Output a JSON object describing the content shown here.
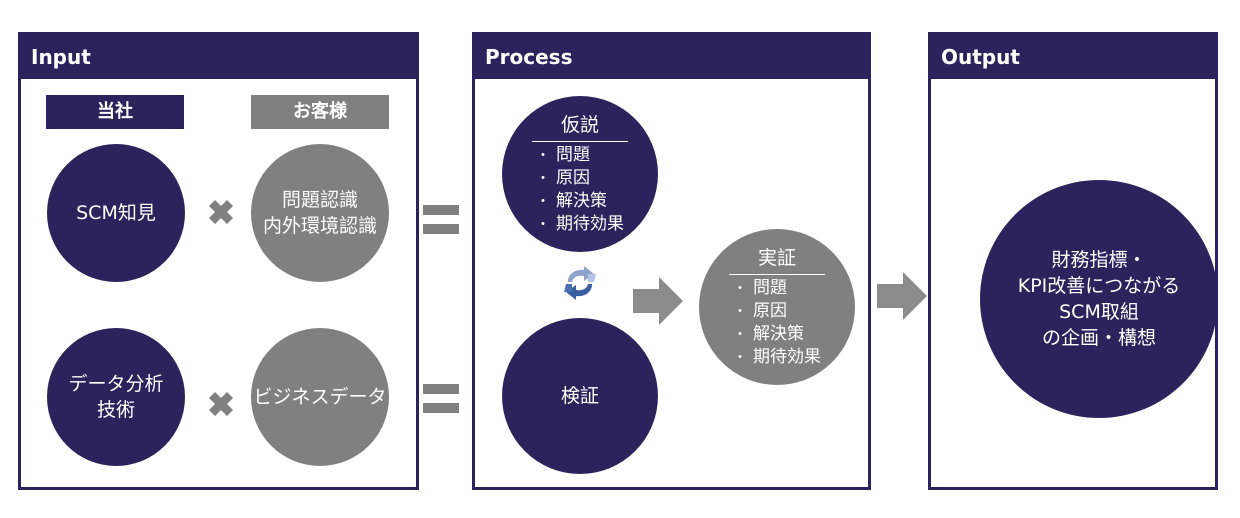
{
  "colors": {
    "navy": "#2b245c",
    "gray": "#808080",
    "white": "#ffffff"
  },
  "input": {
    "title": "Input",
    "labels": {
      "company": "当社",
      "customer": "お客様"
    },
    "rows": [
      {
        "left": [
          "SCM知見"
        ],
        "operator": "multiply-icon",
        "right": [
          "問題認識",
          "内外環境認識"
        ]
      },
      {
        "left": [
          "データ分析",
          "技術"
        ],
        "operator": "multiply-icon",
        "right": [
          "ビジネスデータ"
        ]
      }
    ]
  },
  "process": {
    "title": "Process",
    "hypothesis": {
      "title": "仮説",
      "items": [
        "問題",
        "原因",
        "解決策",
        "期待効果"
      ]
    },
    "verification": {
      "title": "検証"
    },
    "cycle_icon": "refresh-cycle-icon",
    "proof": {
      "title": "実証",
      "items": [
        "問題",
        "原因",
        "解決策",
        "期待効果"
      ]
    }
  },
  "output": {
    "title": "Output",
    "lines": [
      "財務指標・",
      "KPI改善につながる",
      "SCM取組",
      "の企画・構想"
    ]
  },
  "bullet": "・"
}
